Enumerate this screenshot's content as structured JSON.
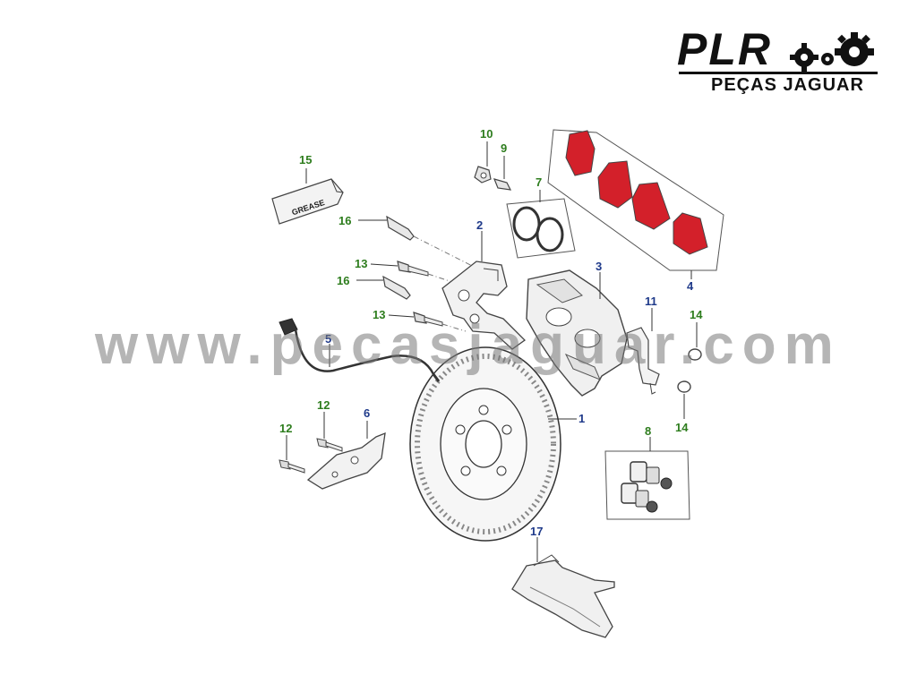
{
  "brand": {
    "name": "PLR",
    "subtitle": "PEÇAS JAGUAR"
  },
  "watermark": "www.pecasjaguar.com",
  "colors": {
    "green_label": "#2e7d1e",
    "blue_label": "#1f3a8a",
    "pad_red": "#d3202a",
    "line": "#555555"
  },
  "labels": {
    "l1": "1",
    "l2": "2",
    "l3": "3",
    "l4": "4",
    "l5": "5",
    "l6": "6",
    "l7": "7",
    "l8": "8",
    "l9": "9",
    "l10": "10",
    "l11": "11",
    "l12a": "12",
    "l12b": "12",
    "l13a": "13",
    "l13b": "13",
    "l14a": "14",
    "l14b": "14",
    "l15": "15",
    "l16a": "16",
    "l16b": "16",
    "l17": "17"
  },
  "grease_text": "GREASE"
}
